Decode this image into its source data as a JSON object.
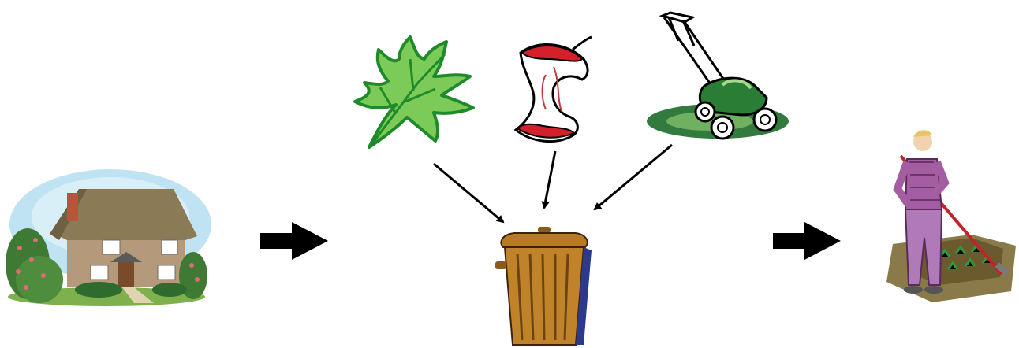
{
  "diagram": {
    "items": [
      {
        "id": "house",
        "icon": "cottage-house-icon"
      },
      {
        "id": "leaf",
        "icon": "green-leaf-icon"
      },
      {
        "id": "apple",
        "icon": "apple-core-icon"
      },
      {
        "id": "mower",
        "icon": "lawn-mower-icon"
      },
      {
        "id": "bin",
        "icon": "trash-can-icon"
      },
      {
        "id": "gardener",
        "icon": "gardener-compost-icon"
      }
    ],
    "arrows": [
      {
        "from": "house",
        "to": "bin",
        "style": "block"
      },
      {
        "from": "leaf",
        "to": "bin",
        "style": "line"
      },
      {
        "from": "apple",
        "to": "bin",
        "style": "line"
      },
      {
        "from": "mower",
        "to": "bin",
        "style": "line"
      },
      {
        "from": "bin",
        "to": "gardener",
        "style": "block"
      }
    ],
    "colors": {
      "leaf": "#6cc04a",
      "leaf_edge": "#1f8a2a",
      "apple_red": "#d4202a",
      "bin": "#c0832a",
      "mower": "#1d6b2a",
      "arrow": "#000000"
    }
  }
}
